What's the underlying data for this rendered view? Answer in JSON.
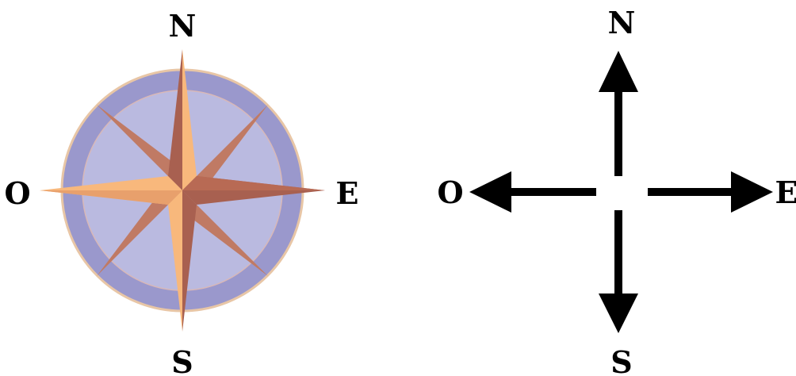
{
  "compass_rose": {
    "north_label": "N",
    "south_label": "S",
    "east_label": "E",
    "west_label": "O",
    "colors": {
      "outer_ring": "#9a98cc",
      "inner_disc": "#babae0",
      "ring_edge": "#e8c6a6",
      "star_light": "#f8b87c",
      "star_dark": "#a86050",
      "diagonal_light": "#fff4cc",
      "diagonal_dark": "#c07a64"
    }
  },
  "arrow_compass": {
    "north_label": "N",
    "south_label": "S",
    "east_label": "E",
    "west_label": "O",
    "colors": {
      "arrow": "#000000"
    }
  }
}
